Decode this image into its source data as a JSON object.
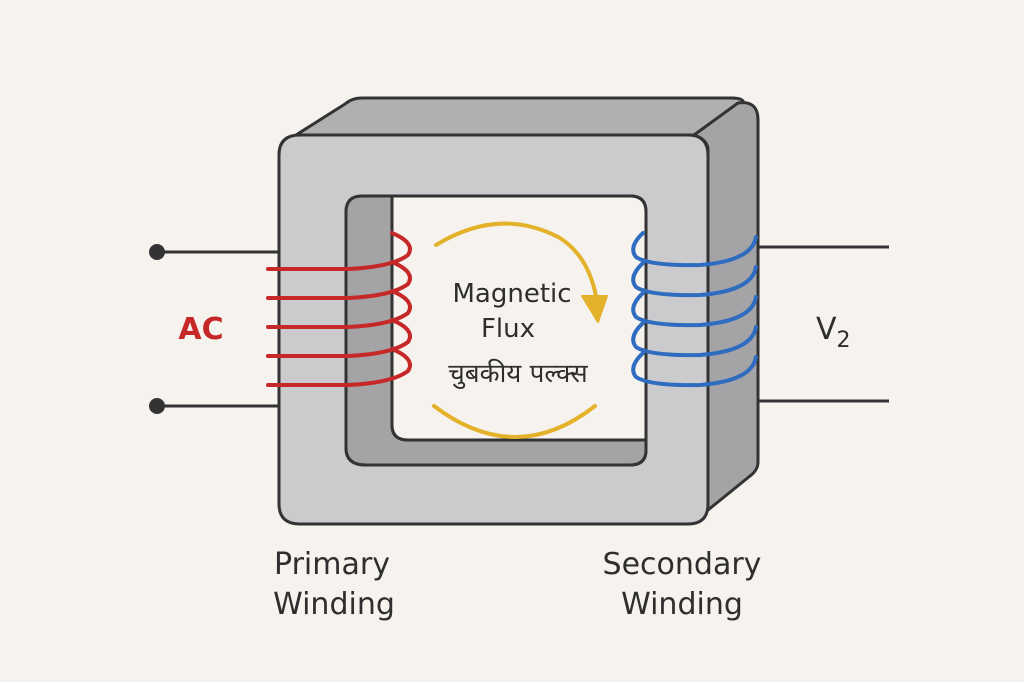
{
  "diagram": {
    "title": "Transformer",
    "colors": {
      "background": "#f6f3ef",
      "core_front": "#cbcbcd",
      "core_top": "#b1b0b0",
      "core_side": "#a4a4a6",
      "outline": "#333333",
      "primary_coil": "#c62828",
      "secondary_coil": "#2f6cc0",
      "flux_arrow": "#e4b12a",
      "text": "#2e2e2e",
      "ac_label": "#c62828"
    },
    "labels": {
      "ac": "AC",
      "v2_main": "V",
      "v2_sub": "2",
      "flux_line1": "Magnetic",
      "flux_line2": "Flux",
      "flux_hindi": "चुबकीय पल्क्स",
      "primary_line1": "Primary",
      "primary_line2": "Winding",
      "secondary_line1": "Secondary",
      "secondary_line2": "Winding"
    },
    "primary_turns": 5,
    "secondary_turns": 5
  }
}
